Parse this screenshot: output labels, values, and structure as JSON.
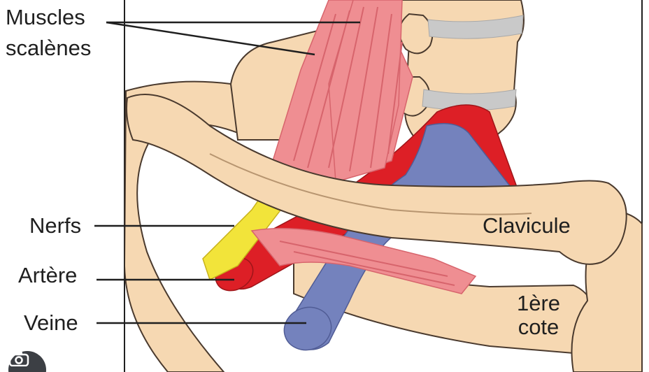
{
  "labels": {
    "scalene_muscles_line1": "Muscles",
    "scalene_muscles_line2": "scalènes",
    "nerves": "Nerfs",
    "artery": "Artère",
    "vein": "Veine",
    "clavicle": "Clavicule",
    "first_rib_line1": "1ère",
    "first_rib_line2": "cote"
  },
  "colors": {
    "bone": "#f6d8b2",
    "bone_outline": "#4a3a2e",
    "muscle": "#ef8e92",
    "muscle_stripe": "#d7646c",
    "nerve": "#f2e43a",
    "artery": "#dd1f26",
    "vein": "#7482bd",
    "disc": "#c9c9c9",
    "leader_line": "#1f1f1f"
  },
  "icons": {
    "lens": "camera-lens-icon"
  }
}
